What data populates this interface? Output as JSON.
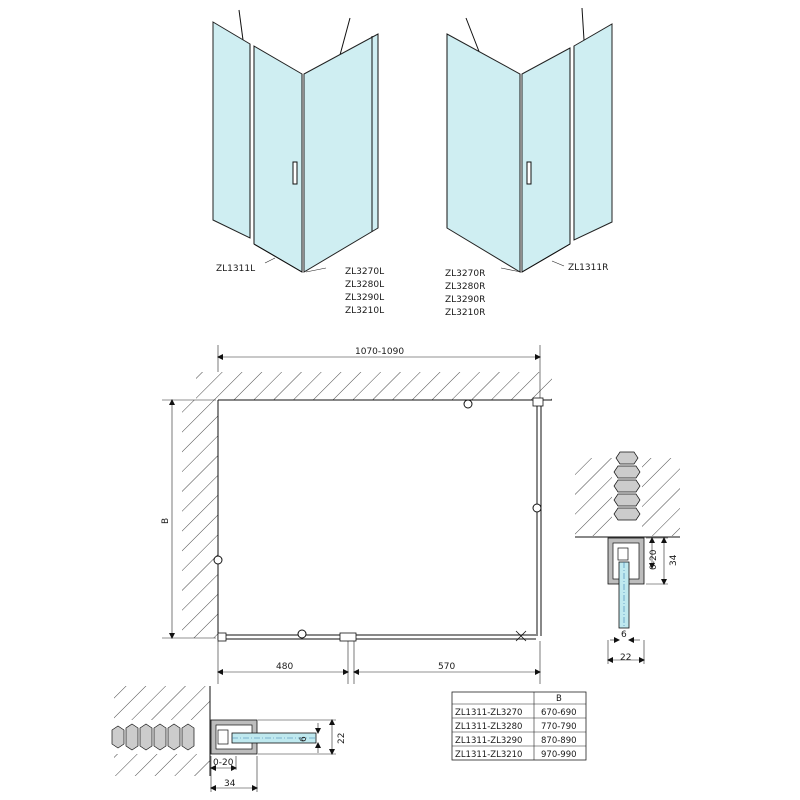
{
  "colors": {
    "glass": "#cfeef2",
    "hatch": "#333333",
    "line": "#111111",
    "section_glass": "#bfe9ef"
  },
  "left_unit": {
    "door_code": "ZL1311L",
    "panel_codes": [
      "ZL3270L",
      "ZL3280L",
      "ZL3290L",
      "ZL3210L"
    ]
  },
  "right_unit": {
    "door_code": "ZL1311R",
    "panel_codes": [
      "ZL3270R",
      "ZL3280R",
      "ZL3290R",
      "ZL3210R"
    ]
  },
  "plan": {
    "width": "1070-1090",
    "depth_label": "B",
    "door_width": "480",
    "panel_width": "570"
  },
  "detail_right": {
    "adjust": "0-20",
    "depth": "34",
    "glass": "6",
    "profile": "22"
  },
  "detail_bottom": {
    "adjust": "0-20",
    "depth": "34",
    "glass": "6",
    "profile": "22"
  },
  "table": {
    "header": [
      "",
      "B"
    ],
    "rows": [
      [
        "ZL1311-ZL3270",
        "670-690"
      ],
      [
        "ZL1311-ZL3280",
        "770-790"
      ],
      [
        "ZL1311-ZL3290",
        "870-890"
      ],
      [
        "ZL1311-ZL3210",
        "970-990"
      ]
    ]
  }
}
